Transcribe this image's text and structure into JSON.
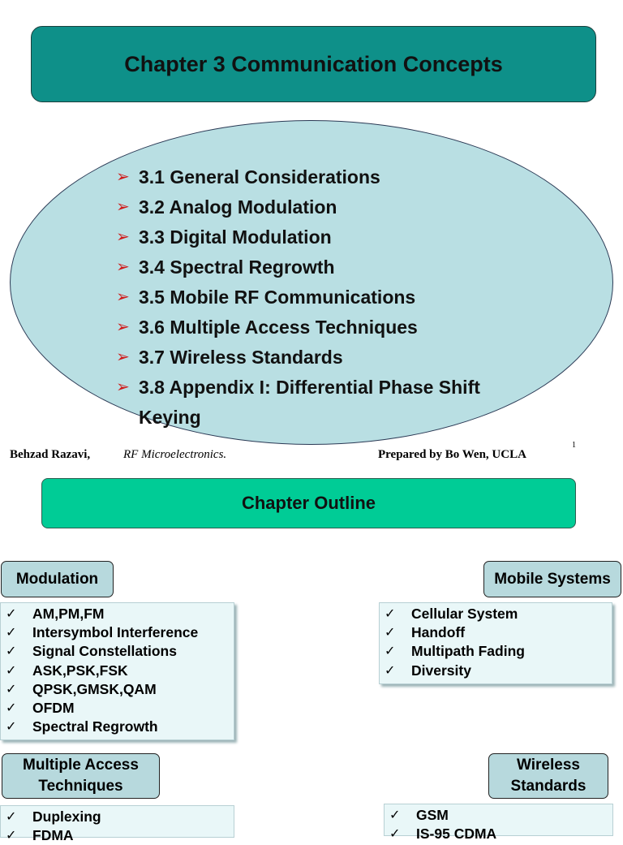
{
  "slide1": {
    "title": "Chapter 3 Communication Concepts",
    "toc": [
      "3.1 General Considerations",
      "3.2 Analog Modulation",
      "3.3 Digital Modulation",
      "3.4 Spectral Regrowth",
      "3.5 Mobile RF Communications",
      "3.6 Multiple Access Techniques",
      "3.7 Wireless Standards",
      "3.8 Appendix I: Differential Phase Shift Keying"
    ],
    "bullet_glyph": "➢",
    "footer": {
      "author": "Behzad Razavi,",
      "book": "RF Microelectronics.",
      "prepared_by": "Prepared by Bo Wen, UCLA",
      "page": "1"
    }
  },
  "slide2": {
    "title": "Chapter Outline",
    "check_glyph": "✓",
    "modulation": {
      "label": "Modulation",
      "items": [
        "AM,PM,FM",
        "Intersymbol Interference",
        "Signal Constellations",
        "ASK,PSK,FSK",
        "QPSK,GMSK,QAM",
        "OFDM",
        "Spectral Regrowth"
      ]
    },
    "mobile": {
      "label": "Mobile Systems",
      "items": [
        "Cellular System",
        "Handoff",
        "Multipath Fading",
        "Diversity"
      ]
    },
    "multiple_access": {
      "label_line1": "Multiple Access",
      "label_line2": "Techniques",
      "items": [
        "Duplexing",
        "FDMA"
      ]
    },
    "wireless": {
      "label_line1": "Wireless",
      "label_line2": "Standards",
      "items": [
        "GSM",
        "IS-95 CDMA"
      ]
    }
  },
  "colors": {
    "title_teal": "#0e9089",
    "ellipse_fill": "#b9dfe3",
    "arrow_red": "#d11717",
    "outline_green": "#00cc96",
    "tag_fill": "#b7d9dd",
    "panel_fill": "#e9f7f8"
  }
}
